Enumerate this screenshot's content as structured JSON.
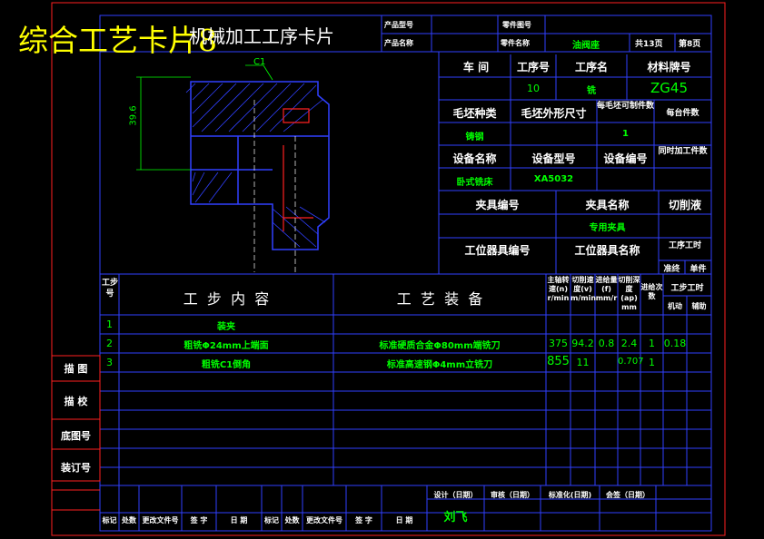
{
  "banner": "综合工艺卡片8",
  "card_title": "机械加工工序卡片",
  "header": {
    "product_model_label": "产品型号",
    "product_name_label": "产品名称",
    "part_drawing_label": "零件图号",
    "part_name_label": "零件名称",
    "part_name": "油阀座",
    "total_pages": "共13页",
    "page": "第8页"
  },
  "drawing": {
    "chamfer": "C1",
    "dimension": "39.6"
  },
  "info": {
    "workshop_label": "车  间",
    "op_no_label": "工序号",
    "op_name_label": "工序名",
    "material_label": "材料牌号",
    "op_no": "10",
    "op_name": "铣",
    "material": "ZG45",
    "blank_type_label": "毛坯种类",
    "blank_shape_label": "毛坯外形尺寸",
    "per_blank_label": "每毛坯可制件数",
    "per_unit_label": "每台件数",
    "blank_type": "铸钢",
    "per_blank": "1",
    "equip_name_label": "设备名称",
    "equip_model_label": "设备型号",
    "equip_no_label": "设备编号",
    "simul_label": "同时加工件数",
    "equip_name": "卧式铣床",
    "equip_model": "XA5032",
    "fixture_no_label": "夹具编号",
    "fixture_name_label": "夹具名称",
    "coolant_label": "切削液",
    "fixture_name": "专用夹具",
    "station_no_label": "工位器具编号",
    "station_name_label": "工位器具名称",
    "op_time_label": "工序工时",
    "prep_label": "准终",
    "unit_label": "单件"
  },
  "steps": {
    "h_step_no": "工步号",
    "h_content": "工  步  内  容",
    "h_equipment": "工  艺  装  备",
    "h_speed": "主轴转速(n) r/min",
    "h_cut_speed": "切削速度(v) m/min",
    "h_feed": "进给量(f) mm/r",
    "h_depth": "切削深度(ap) mm",
    "h_passes": "进给次数",
    "h_time": "工步工时",
    "h_machine": "机动",
    "h_aux": "辅助",
    "rows": [
      {
        "no": "1",
        "content": "装夹",
        "equip": "",
        "n": "",
        "v": "",
        "f": "",
        "ap": "",
        "passes": "",
        "t": ""
      },
      {
        "no": "2",
        "content": "粗铣Φ24mm上端面",
        "equip": "标准硬质合金Φ80mm端铣刀",
        "n": "375",
        "v": "94.2",
        "f": "0.8",
        "ap": "2.4",
        "passes": "1",
        "t": "0.18"
      },
      {
        "no": "3",
        "content": "粗铣C1倒角",
        "equip": "标准高速钢Φ4mm立铣刀",
        "n": "855",
        "v": "11",
        "f": "",
        "ap": "0.707",
        "passes": "1",
        "t": ""
      }
    ]
  },
  "side": {
    "draw": "描  图",
    "check": "描  校",
    "base_no": "底图号",
    "binding_no": "装订号"
  },
  "footer": {
    "design": "设计（日期）",
    "review": "审核（日期）",
    "standard": "标准化(日期)",
    "sign": "会签（日期）",
    "designer": "刘飞",
    "mark": "标记",
    "place": "处数",
    "change_doc": "更改文件号",
    "signature": "签  字",
    "date": "日  期",
    "mark2": "标记",
    "place2": "处数",
    "change_doc2": "更改文件号",
    "signature2": "签  字",
    "date2": "日  期"
  }
}
